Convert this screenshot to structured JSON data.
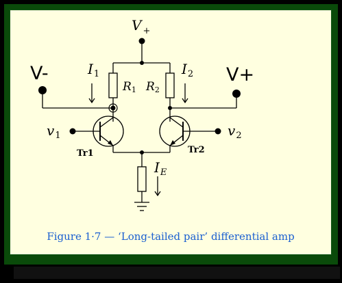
{
  "labels": {
    "v_plus_supply": "V",
    "v_plus_supply_sub": "+",
    "node_v_minus": "V-",
    "node_v_plus": "V+",
    "i1": "I",
    "i1_sub": "1",
    "i2": "I",
    "i2_sub": "2",
    "r1": "R",
    "r1_sub": "1",
    "r2": "R",
    "r2_sub": "2",
    "v1": "v",
    "v1_sub": "1",
    "v2": "v",
    "v2_sub": "2",
    "tr1": "Tr1",
    "tr2": "Tr2",
    "ie": "I",
    "ie_sub": "E"
  },
  "caption": "Figure 1·7 — ‘Long-tailed pair’ differential amp",
  "colors": {
    "frame": "#0a4a0a",
    "background": "#ffffe0",
    "caption": "#1a5fd0"
  }
}
